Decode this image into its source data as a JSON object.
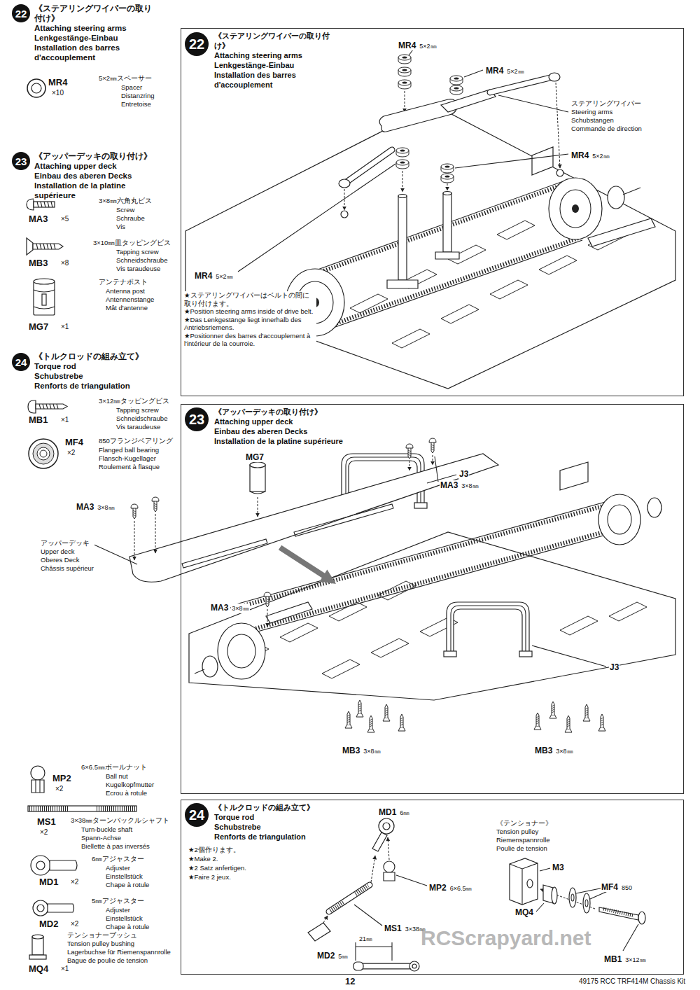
{
  "diagram": {
    "nodes": [
      {
        "text": [
          "22"
        ]
      },
      {
        "text": [
          "《ステアリングワイパーの取り付け》",
          "Attaching steering arms",
          "Lenkgestänge-Einbau",
          "Installation des barres d'accouplement"
        ]
      },
      {
        "text": [
          "22"
        ],
        "in": 1
      },
      {
        "text": [
          "23"
        ]
      },
      {
        "text": [
          "《アッパーデッキの取り付け》",
          "Attaching upper deck",
          "Einbau des aberen Decks",
          "Installation de la platine supérieure"
        ]
      },
      {
        "text": [
          "23"
        ],
        "in": 4
      },
      {
        "text": [
          "24"
        ]
      },
      {
        "text": [
          "《トルクロッドの組み立て》",
          "Torque rod",
          "Schubstrebe",
          "Renforts de triangulation"
        ]
      },
      {
        "text": [
          "24"
        ],
        "in": 7
      }
    ],
    "labels": [
      "《ステアリングワイパーの取り付け》",
      "Attaching steering arms",
      "Lenkgestänge-Einbau",
      "Installation des barres d'accouplement",
      "MR4",
      "×10",
      "5×2㎜スペーサー",
      "Spacer",
      "Distanzring",
      "Entretoise",
      "《アッパーデッキの取り付け》",
      "Attaching upper deck",
      "Einbau des aberen Decks",
      "Installation de la platine supérieure",
      "MA3",
      "×5",
      "3×8㎜六角丸ビス",
      "Screw",
      "Schraube",
      "Vis",
      "MB3",
      "×8",
      "3×10㎜皿タッピングビス",
      "Tapping screw",
      "Schneidschraube",
      "Vis taraudeuse",
      "MG7",
      "×1",
      "アンテナポスト",
      "Antenna post",
      "Antennenstange",
      "Mât d'antenne",
      "《トルクロッドの組み立て》",
      "Torque rod",
      "Schubstrebe",
      "Renforts de triangulation",
      "MB1",
      "×1",
      "3×12㎜タッピングビス",
      "Tapping screw",
      "Schneidschraube",
      "Vis taraudeuse",
      "MF4",
      "×2",
      "850フランジベアリング",
      "Flanged ball bearing",
      "Flansch-Kugellager",
      "Roulement à flasque",
      "MP2",
      "×2",
      "6×6.5㎜ボールナット",
      "Ball nut",
      "Kugelkopfmutter",
      "Ecrou à rotule",
      "MS1",
      "×2",
      "3×38㎜ターンバックルシャフト",
      "Turn-buckle shaft",
      "Spann-Achse",
      "Biellette à pas inversés",
      "MD1",
      "×2",
      "6㎜アジャスター",
      "Adjuster",
      "Einstellstück",
      "Chape à rotule",
      "MD2",
      "×2",
      "5㎜アジャスター",
      "Adjuster",
      "Einstellstück",
      "Chape à rotule",
      "MQ4",
      "×1",
      "テンショナーブッシュ",
      "Tension pulley bushing",
      "Lagerbuchse für Riemenspannrolle",
      "Bague de poulie de tension",
      "MR4",
      "5×2㎜",
      "MR4",
      "5×2㎜",
      "ステアリングワイパー",
      "Steering arms",
      "Schubstangen",
      "Commande de direction",
      "MR4",
      "5×2㎜",
      "MR4",
      "5×2㎜",
      "★ステアリングワイパーはベルトの間に取り付けます。",
      "★Position steering arms inside of drive belt.",
      "★Das Lenkgestänge liegt innerhalb des Antriebsriemens.",
      "★Positionner des barres d'accouplement à l'intérieur de la courroie.",
      "MA3",
      "3×8㎜",
      "MG7",
      "J3",
      "MA3",
      "3×8㎜",
      "アッパーデッキ",
      "Upper deck",
      "Oberes Deck",
      "Châssis supérieur",
      "MA3",
      "3×8㎜",
      "J3",
      "MB3",
      "3×8㎜",
      "MB3",
      "3×8㎜",
      "★2個作ります。",
      "★Make 2.",
      "★2 Satz anfertigen.",
      "★Faire 2 jeux.",
      "MD1",
      "6㎜",
      "MP2",
      "6×6.5㎜",
      "MS1",
      "3×38㎜",
      "21㎜",
      "MD2",
      "5㎜",
      "《テンショナー》",
      "Tension pulley",
      "Riemenspannrolle",
      "Poulie de tension",
      "M3",
      "MF4",
      "850",
      "MQ4",
      "MB1",
      "3×12㎜",
      "RCScrapyard.net",
      "12",
      "49175 RCC TRF414M Chassis Kit"
    ]
  }
}
